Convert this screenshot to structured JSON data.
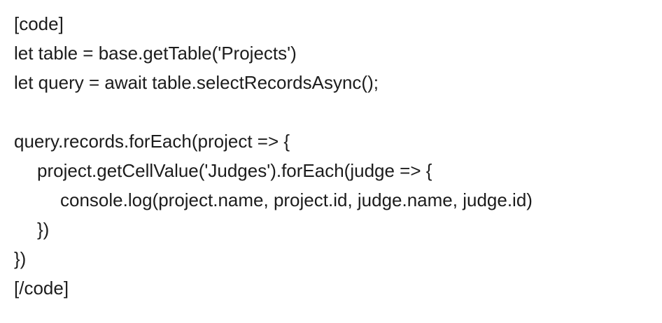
{
  "post": {
    "lines": [
      {
        "text": "[code]",
        "indent": 0
      },
      {
        "text": "let table = base.getTable('Projects')",
        "indent": 0
      },
      {
        "text": "let query = await table.selectRecordsAsync();",
        "indent": 0
      },
      {
        "text": "",
        "indent": 0
      },
      {
        "text": "query.records.forEach(project => {",
        "indent": 0
      },
      {
        "text": "project.getCellValue('Judges').forEach(judge => {",
        "indent": 1
      },
      {
        "text": "console.log(project.name, project.id, judge.name, judge.id)",
        "indent": 2
      },
      {
        "text": "})",
        "indent": 1
      },
      {
        "text": "})",
        "indent": 0
      },
      {
        "text": "[/code]",
        "indent": 0
      }
    ]
  }
}
